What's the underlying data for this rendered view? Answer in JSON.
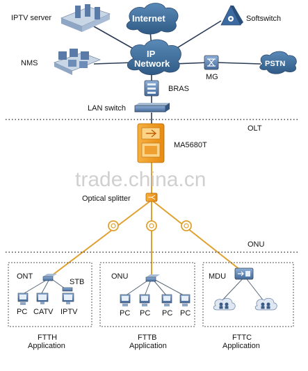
{
  "nodes": {
    "iptv_server": "IPTV server",
    "internet": "Internet",
    "softswitch": "Softswitch",
    "nms": "NMS",
    "ip_network": [
      "IP",
      "Network"
    ],
    "mg": "MG",
    "pstn": "PSTN",
    "bras": "BRAS",
    "lan_switch": "LAN switch",
    "ma5680t": "MA5680T",
    "optical_splitter": "Optical splitter"
  },
  "layers": {
    "olt": "OLT",
    "onu": "ONU"
  },
  "watermark": "trade.china.cn",
  "ftth": {
    "ont": "ONT",
    "stb": "STB",
    "devices": [
      "PC",
      "CATV",
      "IPTV"
    ],
    "caption": [
      "FTTH",
      "Application"
    ]
  },
  "fttb": {
    "onu": "ONU",
    "devices": [
      "PC",
      "PC",
      "PC",
      "PC"
    ],
    "caption": [
      "FTTB",
      "Application"
    ]
  },
  "fttc": {
    "mdu": "MDU",
    "caption": [
      "FTTC",
      "Application"
    ]
  },
  "colors": {
    "fiber": "#e0a030",
    "cloud": "#3e6e9a",
    "device_blue": "#5577aa",
    "olt_orange": "#f0a030"
  }
}
